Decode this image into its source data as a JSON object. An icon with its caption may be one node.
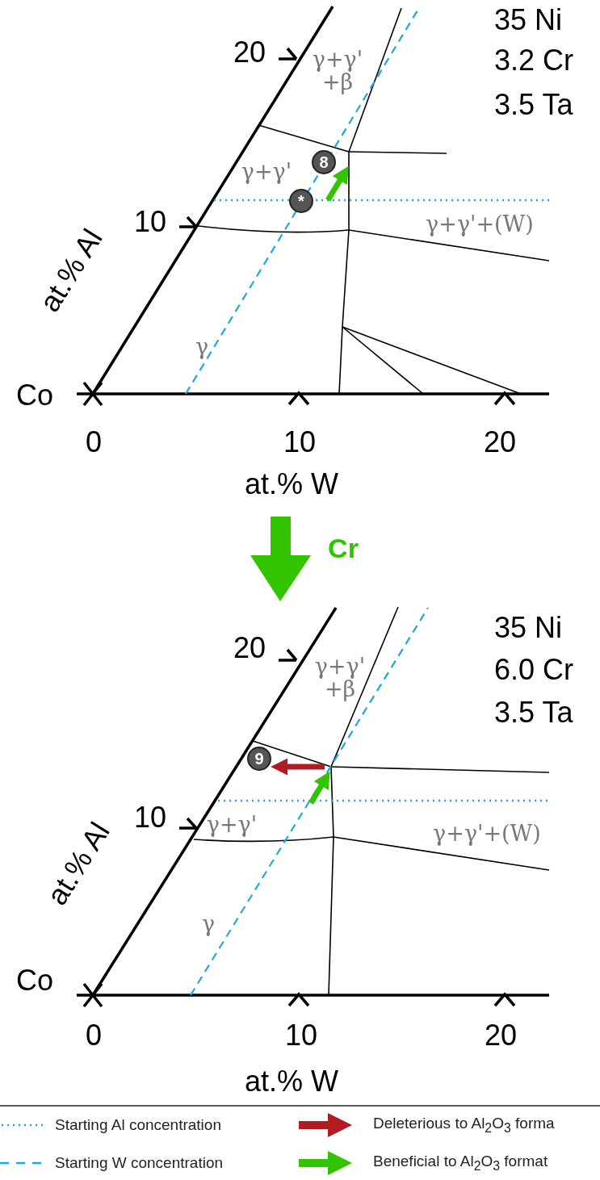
{
  "diagram": {
    "labels": [
      "20",
      "35 Ni",
      "3.2 Cr",
      "3.5 Ta",
      "γ+γ' +β",
      "γ+γ'",
      "8",
      "*",
      "10",
      "γ+γ'+(W)",
      "at.% Al",
      "γ",
      "Co",
      "0",
      "10",
      "20",
      "at.% W",
      "Cr",
      "20",
      "35 Ni",
      "6.0 Cr",
      "3.5 Ta",
      "γ+γ' +β",
      "9",
      "10",
      "γ+γ'",
      "γ+γ'+(W)",
      "at.% Al",
      "γ",
      "Co",
      "0",
      "10",
      "20",
      "at.% W"
    ],
    "legend": [
      {
        "text": "Starting Al concentration"
      },
      {
        "text": "Deleterious to Al$_{2}$O$_{3}$ forma"
      },
      {
        "text": "Starting W concentration"
      },
      {
        "text": "Beneficial to Al$_{2}$O$_{3}$ format"
      }
    ]
  }
}
